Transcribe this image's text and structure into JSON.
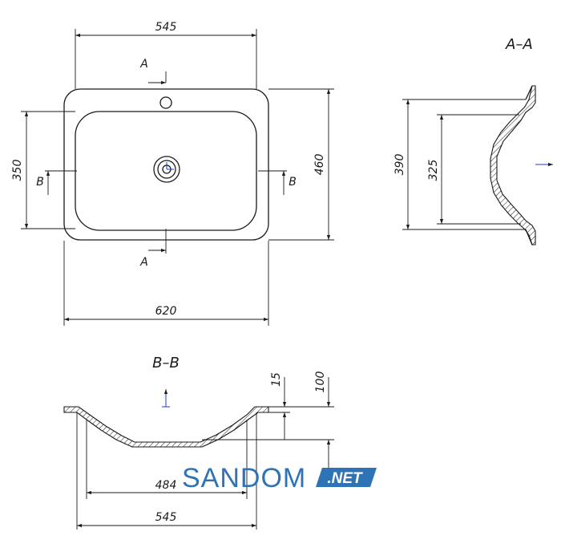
{
  "dimensions": {
    "top_width": "545",
    "height_350": "350",
    "height_460": "460",
    "overall_width": "620",
    "section_height_390": "390",
    "section_height_325": "325",
    "depth_15": "15",
    "depth_100": "100",
    "inner_484": "484",
    "bottom_545": "545"
  },
  "labels": {
    "section_a_top": "A",
    "section_a_bottom": "A",
    "section_b_left": "B",
    "section_b_right": "B",
    "title_aa": "A–A",
    "title_bb": "B–B"
  },
  "watermark": {
    "brand": "SANDOM",
    "suffix": ".NET",
    "brand_color": "#2f73b7",
    "badge_color": "#2f73b7"
  },
  "colors": {
    "ink": "#1a1a1a",
    "axis": "#1a3fc9"
  }
}
